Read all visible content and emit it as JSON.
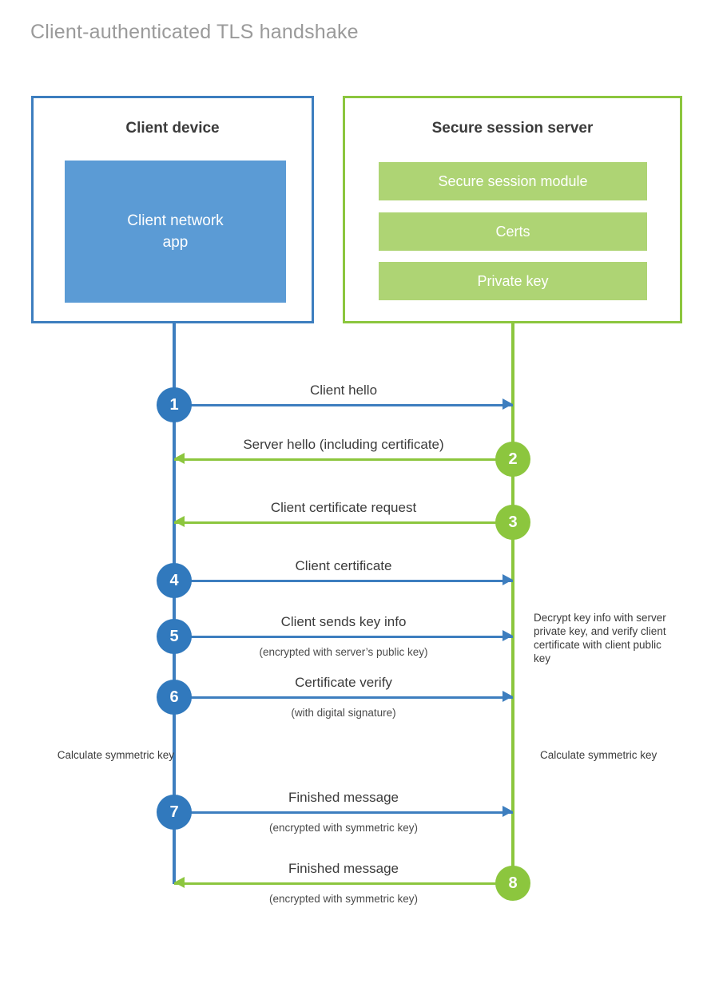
{
  "title": "Client-authenticated TLS handshake",
  "colors": {
    "client_border": "#3d7ebf",
    "client_fill": "#5b9bd5",
    "server_border": "#8cc63e",
    "server_fill": "#aed474",
    "client_circle": "#3179bd",
    "server_circle": "#8cc63e",
    "title_text": "#9a9a9a"
  },
  "client": {
    "title": "Client device",
    "app_label": "Client network\napp",
    "app_label_line1": "Client network",
    "app_label_line2": "app"
  },
  "server": {
    "title": "Secure session server",
    "bars": [
      {
        "label": "Secure session module"
      },
      {
        "label": "Certs"
      },
      {
        "label": "Private key"
      }
    ]
  },
  "steps": [
    {
      "number": "1",
      "label": "Client hello",
      "sub": "",
      "direction": "client-to-server",
      "color": "blue"
    },
    {
      "number": "2",
      "label": "Server hello (including certificate)",
      "sub": "",
      "direction": "server-to-client",
      "color": "green"
    },
    {
      "number": "3",
      "label": "Client certificate request",
      "sub": "",
      "direction": "server-to-client",
      "color": "green"
    },
    {
      "number": "4",
      "label": "Client certificate",
      "sub": "",
      "direction": "client-to-server",
      "color": "blue"
    },
    {
      "number": "5",
      "label": "Client sends key info",
      "sub": "(encrypted with server’s public key)",
      "direction": "client-to-server",
      "color": "blue"
    },
    {
      "number": "6",
      "label": "Certificate verify",
      "sub": "(with digital signature)",
      "direction": "client-to-server",
      "color": "blue"
    },
    {
      "number": "7",
      "label": "Finished message",
      "sub": "(encrypted with symmetric key)",
      "direction": "client-to-server",
      "color": "blue"
    },
    {
      "number": "8",
      "label": "Finished message",
      "sub": "(encrypted with symmetric key)",
      "direction": "server-to-client",
      "color": "green"
    }
  ],
  "notes": {
    "server_decrypt": "Decrypt key info with server private key, and verify client certificate with client public key",
    "client_symmetric_key": "Calculate symmetric key",
    "server_symmetric_key": "Calculate symmetric key"
  }
}
